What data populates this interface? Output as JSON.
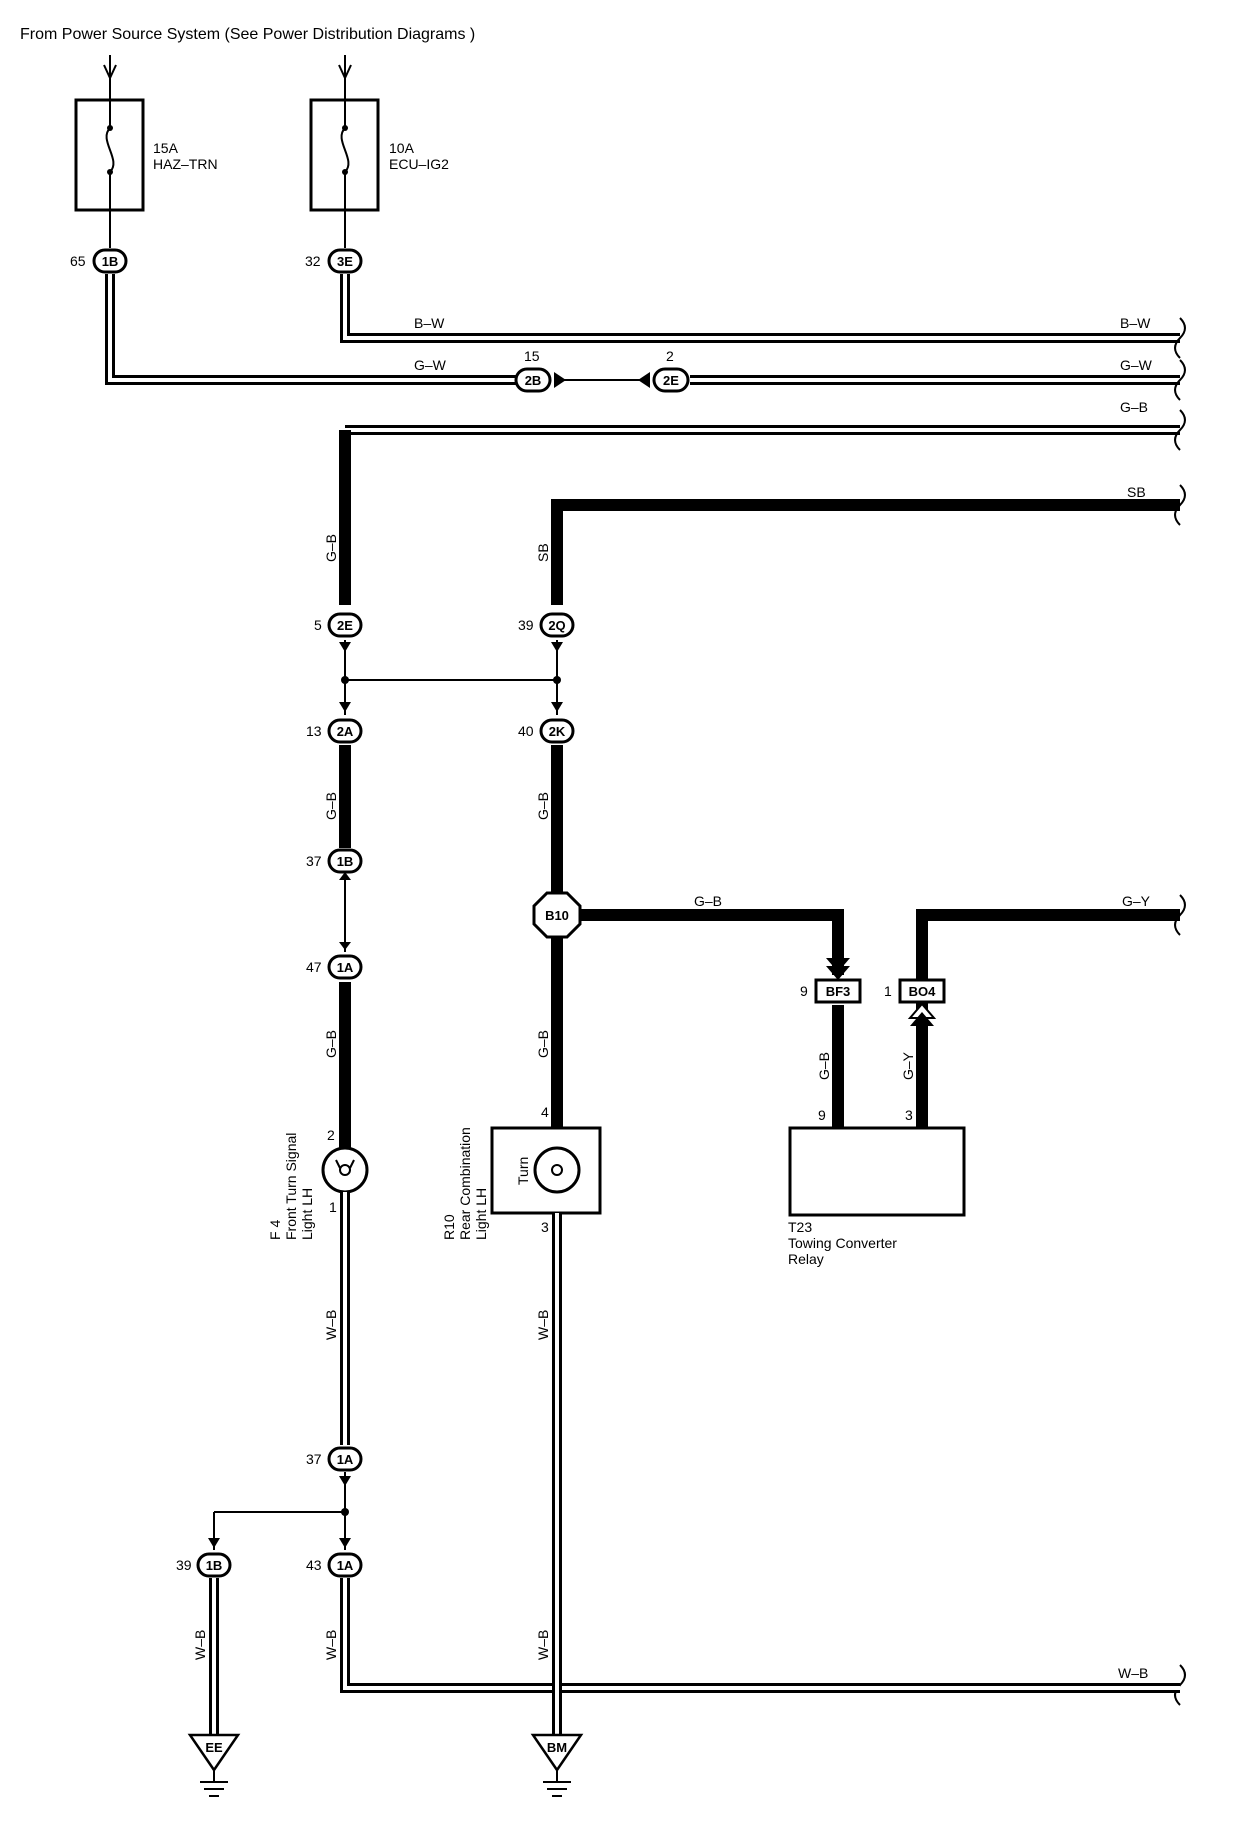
{
  "header": {
    "title": "From Power Source System (See Power Distribution Diagrams )"
  },
  "fuses": [
    {
      "amp": "15A",
      "name": "HAZ–TRN"
    },
    {
      "amp": "10A",
      "name": "ECU–IG2"
    }
  ],
  "connectors": {
    "c1b_top": {
      "id": "1B",
      "pin": "65"
    },
    "c3e": {
      "id": "3E",
      "pin": "32"
    },
    "c2b": {
      "id": "2B",
      "pin": "15"
    },
    "c2e_top": {
      "id": "2E",
      "pin": "2"
    },
    "c2e_mid": {
      "id": "2E",
      "pin": "5"
    },
    "c2q": {
      "id": "2Q",
      "pin": "39"
    },
    "c2a": {
      "id": "2A",
      "pin": "13"
    },
    "c2k": {
      "id": "2K",
      "pin": "40"
    },
    "c1b_mid": {
      "id": "1B",
      "pin": "37"
    },
    "c1a_upper": {
      "id": "1A",
      "pin": "47"
    },
    "c1a_low1": {
      "id": "1A",
      "pin": "37"
    },
    "c1a_low2": {
      "id": "1A",
      "pin": "43"
    },
    "c1b_low": {
      "id": "1B",
      "pin": "39"
    },
    "bf3": {
      "id": "BF3",
      "pin": "9"
    },
    "bo4": {
      "id": "BO4",
      "pin": "1"
    }
  },
  "junction": {
    "id": "B10"
  },
  "grounds": [
    {
      "id": "EE"
    },
    {
      "id": "BM"
    }
  ],
  "wires": {
    "bw": "B–W",
    "gw": "G–W",
    "gb": "G–B",
    "sb": "SB",
    "gy": "G–Y",
    "wb": "W–B"
  },
  "components": {
    "f4": {
      "code": "F 4",
      "line1": "Front Turn Signal",
      "line2": "Light LH",
      "pin_top": "2",
      "pin_bottom": "1"
    },
    "r10": {
      "code": "R10",
      "line1": "Rear Combination",
      "line2": "Light LH",
      "inner": "Turn",
      "pin_top": "4",
      "pin_bottom": "3"
    },
    "t23": {
      "code": "T23",
      "line1": "Towing Converter",
      "line2": "Relay",
      "pin_a": "9",
      "pin_b": "3"
    }
  }
}
